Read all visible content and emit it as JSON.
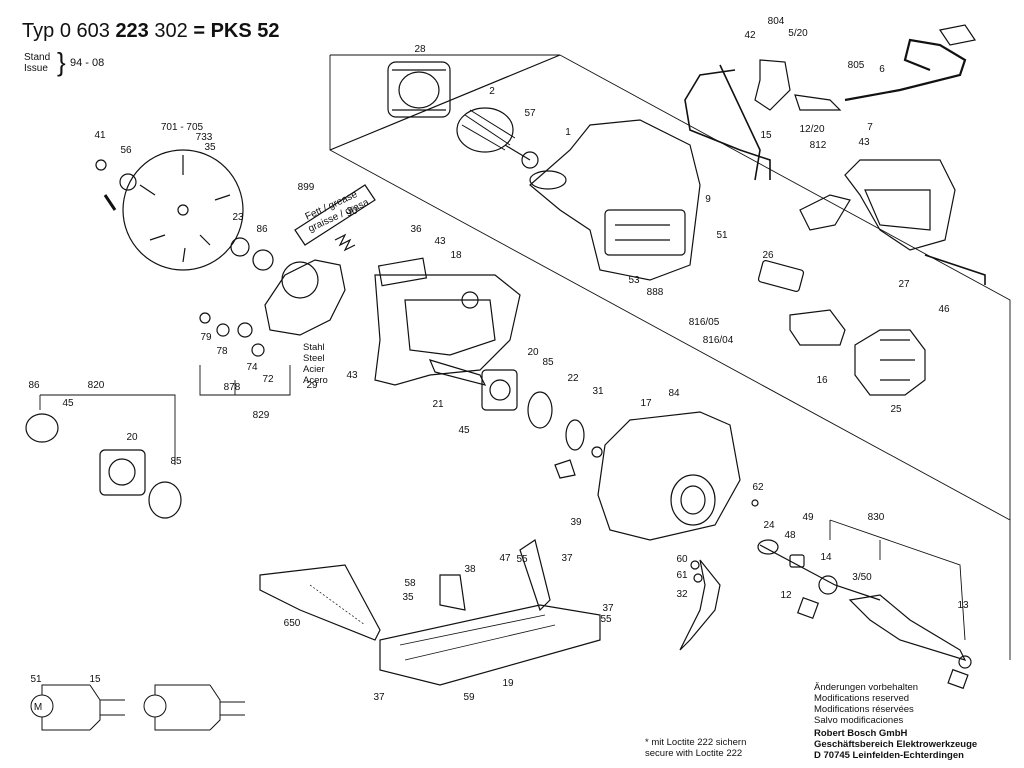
{
  "header": {
    "typ_label": "Typ",
    "number_a": "0 603",
    "number_b": "223",
    "number_c": "302",
    "equals": "=",
    "model": "PKS 52",
    "stand": "Stand",
    "issue": "Issue",
    "issue_date": "94 - 08"
  },
  "steel_notes": [
    "Stahl",
    "Steel",
    "Acier",
    "Acero"
  ],
  "grease_label": [
    "Fett / grease",
    "graisse / grasa"
  ],
  "loctite_note": [
    "* mit Loctite 222 sichern",
    "secure with Loctite 222"
  ],
  "modification_notes": [
    "Änderungen vorbehalten",
    "Modifications reserved",
    "Modifications réservées",
    "Salvo modificaciones"
  ],
  "company": [
    "Robert Bosch GmbH",
    "Geschäftsbereich Elektrowerkzeuge",
    "D 70745 Leinfelden-Echterdingen"
  ],
  "part_labels": [
    "28",
    "2",
    "57",
    "1",
    "42",
    "804",
    "5/20",
    "805",
    "6",
    "15",
    "12/20",
    "812",
    "7",
    "43",
    "9",
    "51",
    "26",
    "53",
    "888",
    "27",
    "46",
    "816/05",
    "816/04",
    "16",
    "25",
    "41",
    "56",
    "701 - 705",
    "733",
    "35",
    "23",
    "86",
    "899",
    "30",
    "36",
    "43",
    "18",
    "79",
    "78",
    "74",
    "72",
    "878",
    "829",
    "29",
    "43",
    "21",
    "20",
    "45",
    "85",
    "22",
    "31",
    "17",
    "84",
    "62",
    "86",
    "820",
    "45",
    "20",
    "85",
    "24",
    "48",
    "14",
    "49",
    "830",
    "3/50",
    "13",
    "60",
    "61",
    "32",
    "39",
    "47",
    "55",
    "37",
    "38",
    "58",
    "35",
    "650",
    "37",
    "55",
    "37",
    "59",
    "19",
    "12",
    "51",
    "15",
    "M"
  ]
}
